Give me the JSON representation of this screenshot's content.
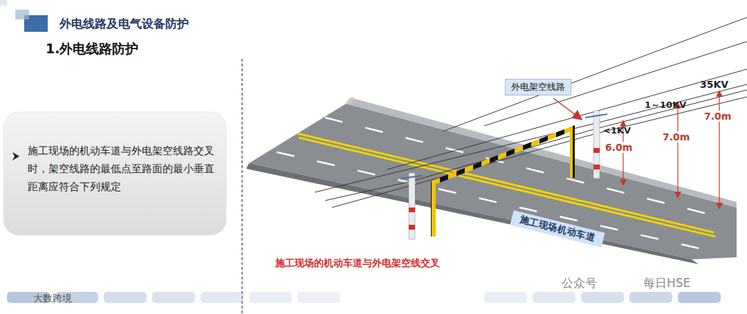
{
  "diagram": {
    "title": "外电线路及电气设备防护",
    "caption": "施工现场的机动车道与外电架空线交叉",
    "nodes": [
      {
        "text": [
          "施工现场的机动车道与外电架空线路交叉时，架空线路的最低点至路面的最小垂直距离应符合下列规定"
        ]
      },
      {
        "text": [
          "外电架空线路"
        ]
      },
      {
        "text": [
          "施工现场机动车道"
        ]
      }
    ],
    "edges": [],
    "labels": [
      "1.外电线路防护",
      "35KV",
      "1～10KV",
      "<1KV",
      "6.0m",
      "7.0m",
      "7.0m",
      "公众号",
      "每日HSE",
      "大数跨境"
    ]
  }
}
